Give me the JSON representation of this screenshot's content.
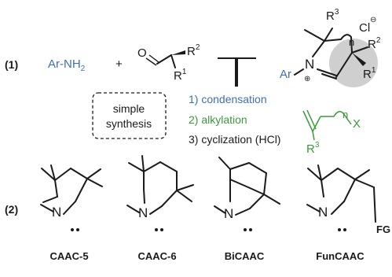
{
  "colors": {
    "blue": "#3f6fb6",
    "green": "#3b9a3b",
    "black": "#1a1a1a",
    "highlight": "#cfcfcf"
  },
  "reaction": {
    "number": "(1)",
    "amine": "Ar-NH2",
    "plus": "+",
    "aldehyde_o": "O",
    "r1": "R",
    "r1_sup": "1",
    "r2": "R",
    "r2_sup": "2",
    "product": {
      "ar": "Ar",
      "n": "N",
      "plus_charge": "⊕",
      "r3": "R",
      "r3_sup": "3",
      "n_index": "n",
      "chloride": "Cl",
      "minus_charge": "⊖",
      "r2": "R",
      "r2_sup": "2",
      "r1": "R",
      "r1_sup": "1"
    },
    "box_label_line1": "simple",
    "box_label_line2": "synthesis",
    "steps": [
      "1) condensation",
      "2) alkylation",
      "3) cyclization (HCl)"
    ],
    "alkene": {
      "n_index": "n",
      "x": "X",
      "r3": "R",
      "r3_sup": "3"
    }
  },
  "structures": {
    "number": "(2)",
    "items": [
      {
        "name": "CAAC-5",
        "n": "N"
      },
      {
        "name": "CAAC-6",
        "n": "N"
      },
      {
        "name": "BiCAAC",
        "n": "N"
      },
      {
        "name": "FunCAAC",
        "n": "N",
        "fg": "FG"
      }
    ]
  }
}
